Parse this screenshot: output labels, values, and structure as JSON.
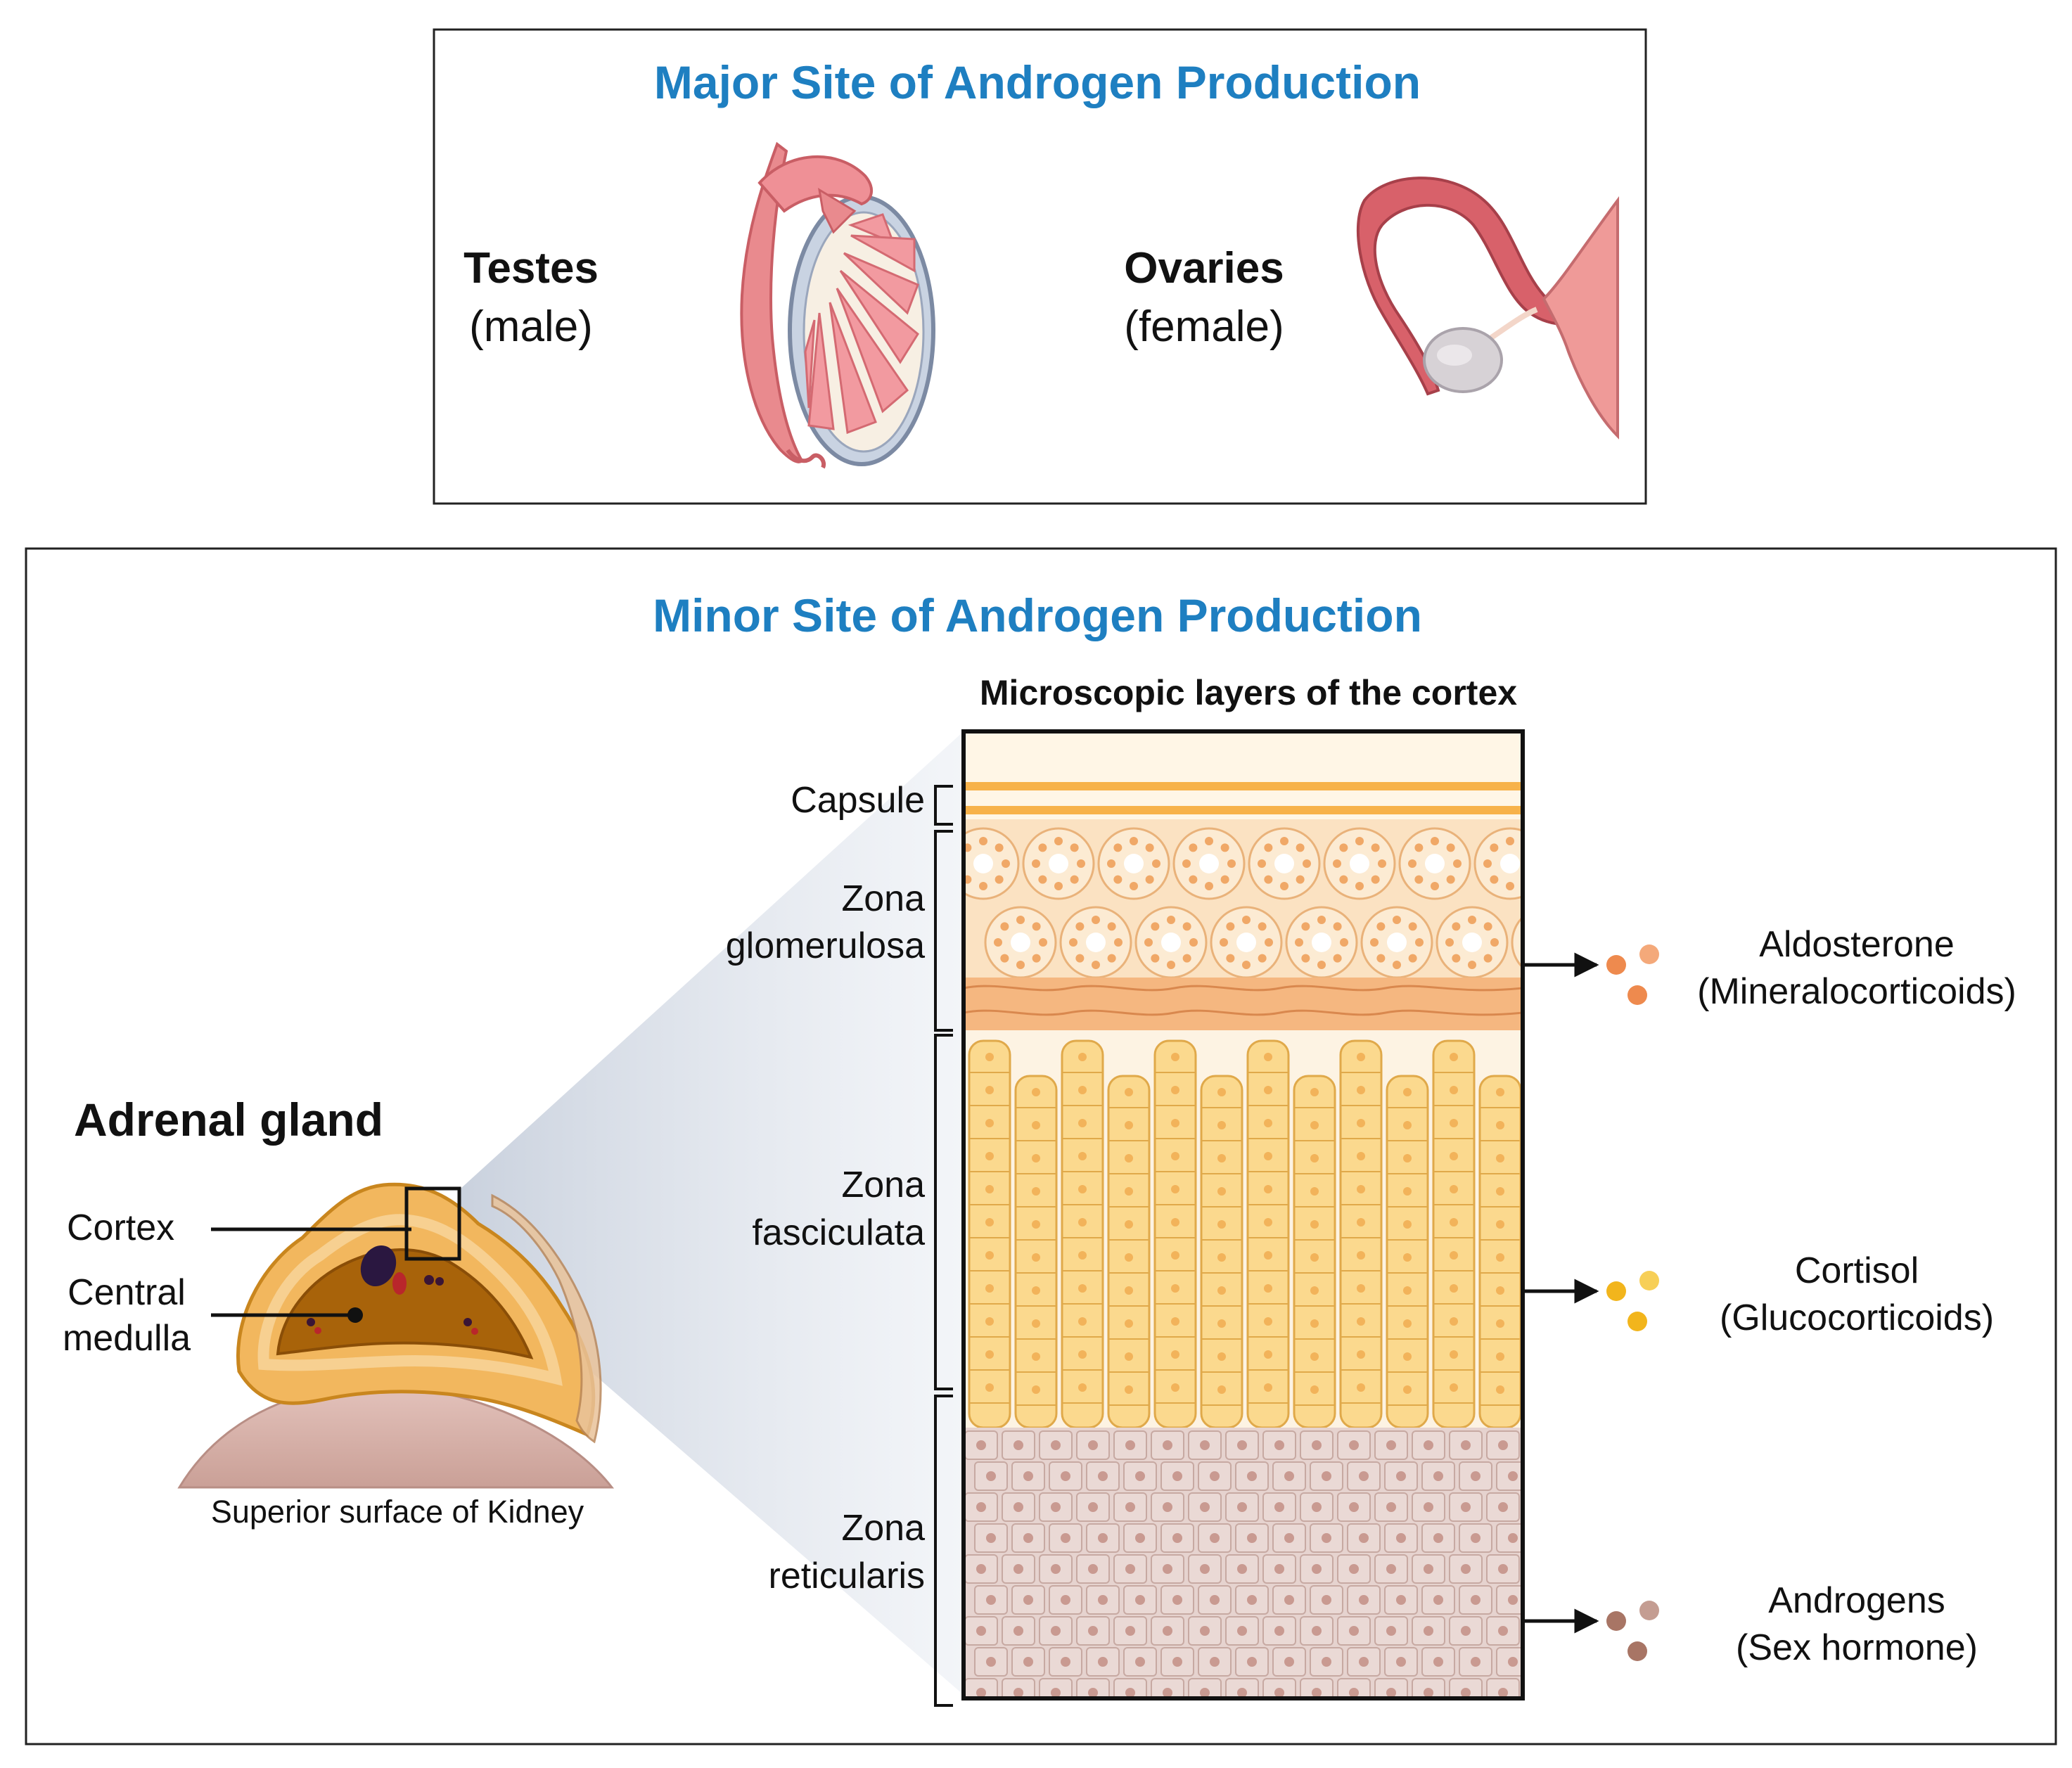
{
  "major": {
    "title": "Major Site of Androgen Production",
    "testes": {
      "name": "Testes",
      "sex": "(male)"
    },
    "ovaries": {
      "name": "Ovaries",
      "sex": "(female)"
    }
  },
  "minor": {
    "title": "Minor Site of Androgen Production",
    "adrenal": {
      "title": "Adrenal gland",
      "cortex": "Cortex",
      "medulla_line1": "Central",
      "medulla_line2": "medulla",
      "kidney": "Superior surface of Kidney"
    },
    "micro_title": "Microscopic layers of the cortex",
    "layers": {
      "capsule": "Capsule",
      "glomerulosa_1": "Zona",
      "glomerulosa_2": "glomerulosa",
      "fasciculata_1": "Zona",
      "fasciculata_2": "fasciculata",
      "reticularis_1": "Zona",
      "reticularis_2": "reticularis"
    },
    "hormones": [
      {
        "name": "Aldosterone",
        "cls": "(Mineralocorticoids)",
        "color": "#ee8a4e",
        "color2": "#f4a97a"
      },
      {
        "name": "Cortisol",
        "cls": "(Glucocorticoids)",
        "color": "#f2b51c",
        "color2": "#f7cf57"
      },
      {
        "name": "Androgens",
        "cls": "(Sex hormone)",
        "color": "#a87565",
        "color2": "#c49d92"
      }
    ]
  },
  "colors": {
    "title_blue": "#1e7fc1",
    "capsule": "#f7b24a",
    "glomerulosa": "#fbe2c2",
    "glomerulosa_band": "#f5b780",
    "fasciculata": "#fbd98e",
    "reticularis": "#e6d3cf",
    "cortex": "#f0b45a",
    "medulla": "#a8630a",
    "kidney": "#d9b3aa"
  }
}
